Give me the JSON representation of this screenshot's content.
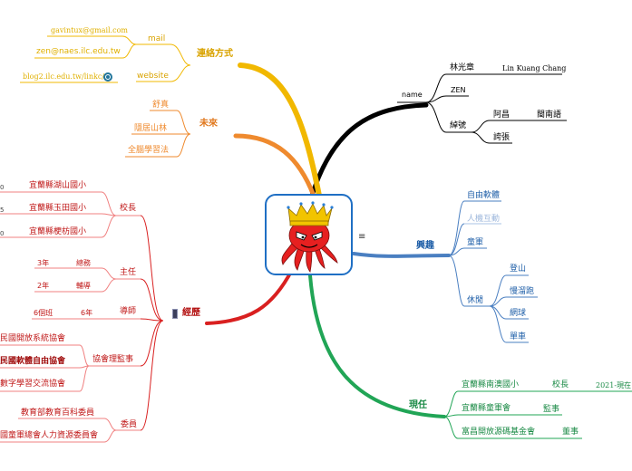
{
  "root": {
    "menu_glyph": "≡"
  },
  "topics": {
    "name": {
      "label": "name",
      "color": "#000000",
      "fullname_label": "林光章",
      "fullname_value": "Lin Kuang Chang",
      "alias": "ZEN",
      "nickname_label": "綽號",
      "nicknames": [
        {
          "label": "阿昌",
          "value": "閩南語"
        },
        {
          "label": "誇張"
        }
      ]
    },
    "interests": {
      "label": "興趣",
      "color": "#4a7fc1",
      "items": [
        "自由軟體",
        "人機互動",
        "童軍",
        "休閒"
      ],
      "leisure": [
        "登山",
        "慢溜跑",
        "網球",
        "單車"
      ]
    },
    "now": {
      "label": "現任",
      "color": "#21a556",
      "rows": [
        {
          "org": "宜蘭縣南澳國小",
          "role": "校長",
          "period": "2021-現在"
        },
        {
          "org": "宜蘭縣童軍會",
          "role": "監事"
        },
        {
          "org": "富昌開放源碼基金會",
          "role": "董事"
        }
      ]
    },
    "contact": {
      "label": "連絡方式",
      "color": "#f1b800",
      "mail_label": "mail",
      "mails": [
        "gavintux@gmail.com",
        "zen@naes.ilc.edu.tw"
      ],
      "website_label": "website",
      "website": "blog2.ilc.edu.tw/linkc/"
    },
    "future": {
      "label": "未來",
      "color": "#ef8a2e",
      "items": [
        "舒真",
        "隱居山林",
        "全腦學習法"
      ]
    },
    "career": {
      "label": "經歷",
      "color": "#d92020",
      "principal_label": "校長",
      "principal_schools": [
        "宜蘭縣湖山國小",
        "宜蘭縣玉田國小",
        "宜蘭縣梗枋國小"
      ],
      "director_label": "主任",
      "director_rows": [
        {
          "years": "3年",
          "title": "總務"
        },
        {
          "years": "2年",
          "title": "輔導"
        }
      ],
      "mentor_label": "導師",
      "mentor_class": "6個班",
      "mentor_years": "6年",
      "assoc_label": "協會理監事",
      "assocs": [
        "民國開放系統協會",
        "民國軟體自由協會",
        "數字學習交流協會"
      ],
      "committee_label": "委員",
      "committees": [
        "教育部教育百科委員",
        "國童軍總會人力資源委員會"
      ]
    }
  }
}
